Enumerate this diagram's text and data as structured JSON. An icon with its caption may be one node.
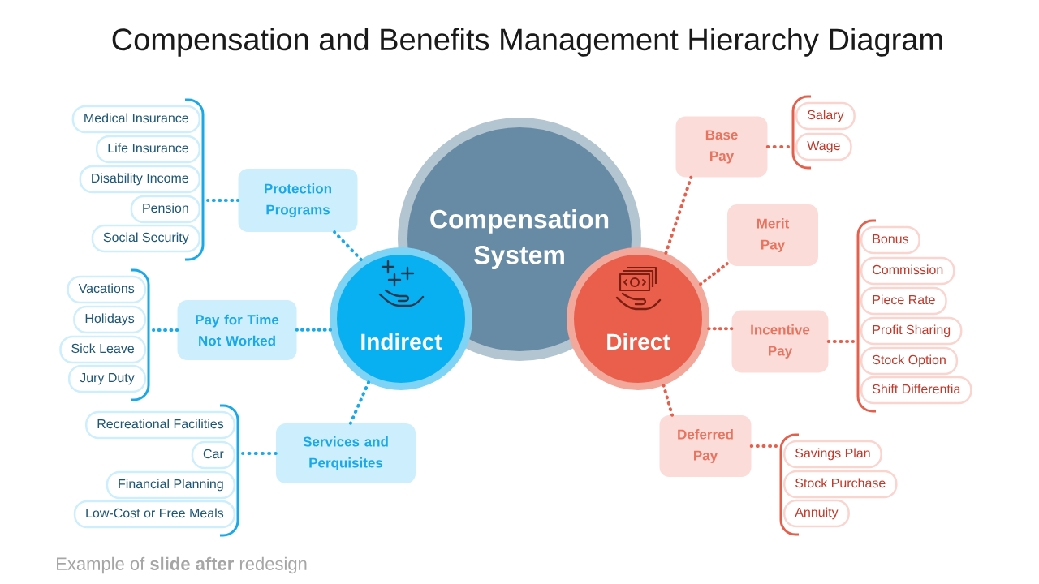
{
  "diagram": {
    "title": "Compensation and Benefits Management Hierarchy Diagram",
    "caption": "Example of **slide after** redesign",
    "nodes": [
      {
        "text": [
          "Compensation System"
        ]
      },
      {
        "text": [
          "Indirect"
        ]
      },
      {
        "text": [
          "Direct"
        ]
      },
      {
        "text": [
          "Protection Programs"
        ]
      },
      {
        "text": [
          "Pay for Time Not Worked"
        ]
      },
      {
        "text": [
          "Services and Perquisites"
        ]
      },
      {
        "text": [
          "Medical Insurance"
        ]
      },
      {
        "text": [
          "Life Insurance"
        ]
      },
      {
        "text": [
          "Disability Income"
        ]
      },
      {
        "text": [
          "Pension"
        ]
      },
      {
        "text": [
          "Social Security"
        ]
      },
      {
        "text": [
          "Vacations"
        ]
      },
      {
        "text": [
          "Holidays"
        ]
      },
      {
        "text": [
          "Sick Leave"
        ]
      },
      {
        "text": [
          "Jury Duty"
        ]
      },
      {
        "text": [
          "Recreational Facilities"
        ]
      },
      {
        "text": [
          "Car"
        ]
      },
      {
        "text": [
          "Financial Planning"
        ]
      },
      {
        "text": [
          "Low-Cost or Free Meals"
        ]
      },
      {
        "text": [
          "Base Pay"
        ]
      },
      {
        "text": [
          "Merit Pay"
        ]
      },
      {
        "text": [
          "Incentive Pay"
        ]
      },
      {
        "text": [
          "Deferred Pay"
        ]
      },
      {
        "text": [
          "Salary"
        ]
      },
      {
        "text": [
          "Wage"
        ]
      },
      {
        "text": [
          "Bonus"
        ]
      },
      {
        "text": [
          "Commission"
        ]
      },
      {
        "text": [
          "Piece Rate"
        ]
      },
      {
        "text": [
          "Profit Sharing"
        ]
      },
      {
        "text": [
          "Stock Option"
        ]
      },
      {
        "text": [
          "Shift Differentia"
        ]
      },
      {
        "text": [
          "Savings Plan"
        ]
      },
      {
        "text": [
          "Stock Purchase"
        ]
      },
      {
        "text": [
          "Annuity"
        ]
      }
    ],
    "edges": [
      {
        "from": 1,
        "to": 3,
        "arrow": "none",
        "style": "dashed"
      },
      {
        "from": 1,
        "to": 4,
        "arrow": "none",
        "style": "dashed"
      },
      {
        "from": 1,
        "to": 5,
        "arrow": "none",
        "style": "dashed"
      },
      {
        "from": 3,
        "to": 6,
        "arrow": "none"
      },
      {
        "from": 3,
        "to": 7,
        "arrow": "none"
      },
      {
        "from": 3,
        "to": 8,
        "arrow": "none"
      },
      {
        "from": 3,
        "to": 9,
        "arrow": "none"
      },
      {
        "from": 3,
        "to": 10,
        "arrow": "none"
      },
      {
        "from": 4,
        "to": 11,
        "arrow": "none"
      },
      {
        "from": 4,
        "to": 12,
        "arrow": "none"
      },
      {
        "from": 4,
        "to": 13,
        "arrow": "none"
      },
      {
        "from": 4,
        "to": 14,
        "arrow": "none"
      },
      {
        "from": 5,
        "to": 15,
        "arrow": "none"
      },
      {
        "from": 5,
        "to": 16,
        "arrow": "none"
      },
      {
        "from": 5,
        "to": 17,
        "arrow": "none"
      },
      {
        "from": 5,
        "to": 18,
        "arrow": "none"
      },
      {
        "from": 2,
        "to": 19,
        "arrow": "none",
        "style": "dashed",
        "color": "#e4604c"
      },
      {
        "from": 2,
        "to": 20,
        "arrow": "none",
        "style": "dashed",
        "color": "#e4604c"
      },
      {
        "from": 2,
        "to": 21,
        "arrow": "none",
        "style": "dashed",
        "color": "#e4604c"
      },
      {
        "from": 2,
        "to": 22,
        "arrow": "none",
        "style": "dashed",
        "color": "#e4604c"
      },
      {
        "from": 19,
        "to": 23,
        "arrow": "none",
        "color": "#e4604c"
      },
      {
        "from": 19,
        "to": 24,
        "arrow": "none",
        "color": "#e4604c"
      },
      {
        "from": 21,
        "to": 25,
        "arrow": "none",
        "color": "#e4604c"
      },
      {
        "from": 21,
        "to": 26,
        "arrow": "none",
        "color": "#e4604c"
      },
      {
        "from": 21,
        "to": 27,
        "arrow": "none",
        "color": "#e4604c"
      },
      {
        "from": 21,
        "to": 28,
        "arrow": "none",
        "color": "#e4604c"
      },
      {
        "from": 21,
        "to": 29,
        "arrow": "none",
        "color": "#e4604c"
      },
      {
        "from": 21,
        "to": 30,
        "arrow": "none",
        "color": "#e4604c"
      },
      {
        "from": 22,
        "to": 31,
        "arrow": "none",
        "color": "#e4604c"
      },
      {
        "from": 22,
        "to": 32,
        "arrow": "none",
        "color": "#e4604c"
      },
      {
        "from": 22,
        "to": 33,
        "arrow": "none",
        "color": "#e4604c"
      }
    ]
  }
}
